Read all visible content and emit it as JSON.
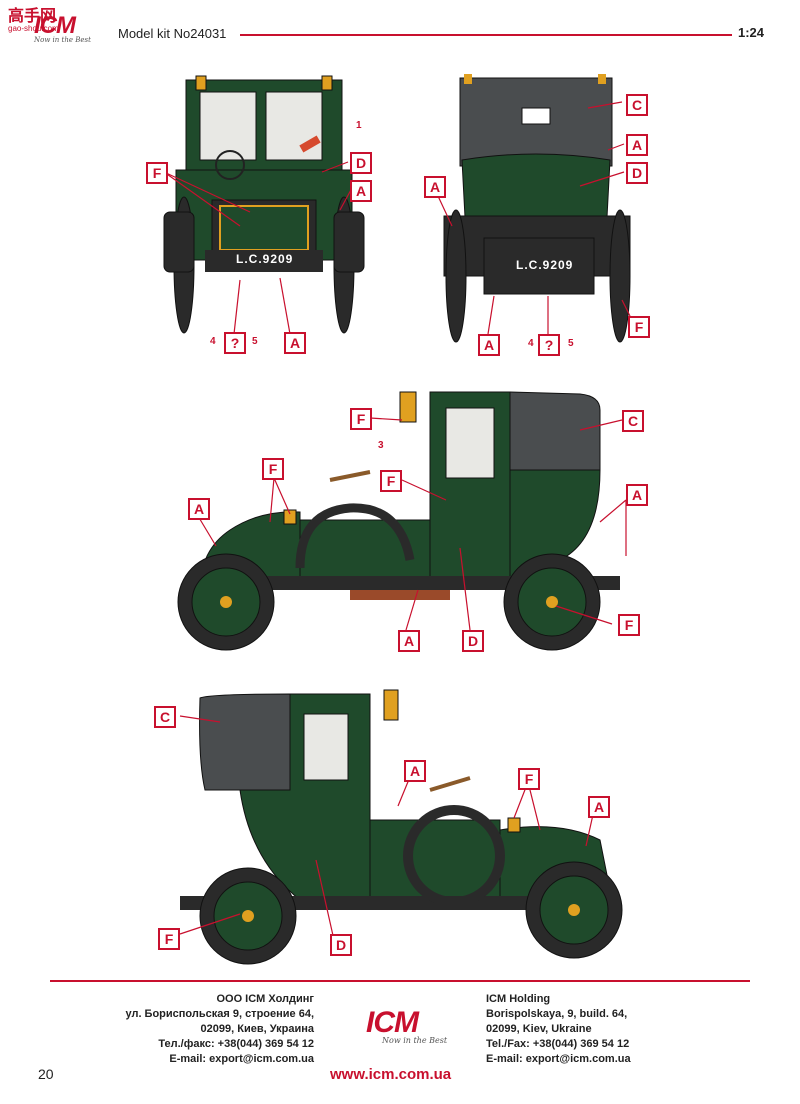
{
  "header": {
    "watermark": "高手网",
    "watermark_url": "gao-shou.com",
    "model_kit": "Model kit No24031",
    "scale": "1:24",
    "logo_text": "ICM",
    "logo_tagline": "Now in the Best"
  },
  "views": {
    "front": {
      "plate": "L.C.9209",
      "callouts": [
        "F",
        "D",
        "A",
        "?",
        "A"
      ],
      "numbers": [
        "1",
        "4",
        "5"
      ]
    },
    "rear": {
      "plate": "L.C.9209",
      "callouts": [
        "C",
        "A",
        "D",
        "A",
        "A",
        "?",
        "F"
      ],
      "numbers": [
        "4",
        "5"
      ]
    },
    "right_side": {
      "callouts": [
        "F",
        "C",
        "F",
        "F",
        "A",
        "A",
        "A",
        "D",
        "F"
      ],
      "numbers": [
        "3"
      ]
    },
    "left_side": {
      "callouts": [
        "C",
        "A",
        "F",
        "A",
        "F",
        "D"
      ]
    }
  },
  "colors": {
    "accent_red": "#c8102e",
    "body_green": "#1f4a2b",
    "roof_grey": "#4a4d4f",
    "chassis_black": "#2a2a2a",
    "brass": "#e0a020",
    "glass": "#e8e8e4"
  },
  "footer": {
    "ru_address": [
      "ООО ICM Холдинг",
      "ул. Бориспольская 9, строение 64,",
      "02099, Киев, Украина",
      "Тел./факс: +38(044) 369 54 12",
      "E-mail: export@icm.com.ua"
    ],
    "en_address": [
      "ICM Holding",
      "Borispolskaya, 9, build. 64,",
      "02099, Kiev, Ukraine",
      "Tel./Fax: +38(044) 369 54 12",
      "E-mail: export@icm.com.ua"
    ],
    "logo_text": "ICM",
    "logo_tagline": "Now in the Best",
    "website": "www.icm.com.ua",
    "page_number": "20"
  }
}
